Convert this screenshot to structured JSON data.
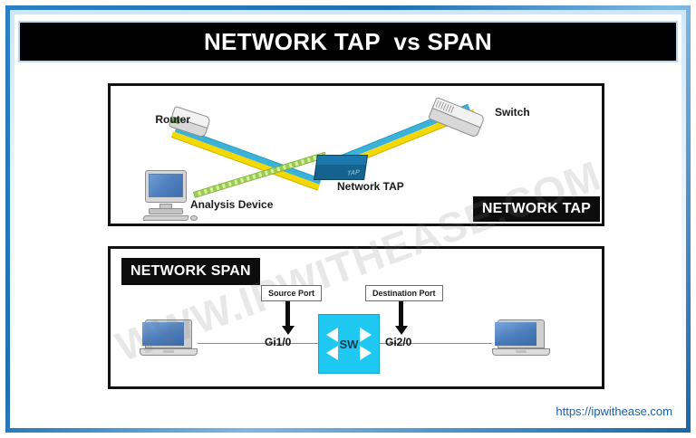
{
  "title": "NETWORK TAP  vs SPAN",
  "footer": {
    "url": "https://ipwithease.com"
  },
  "watermark": {
    "text": "WWW.IPWITHEASE.COM"
  },
  "colors": {
    "frame_blue": "#1f6fb4",
    "title_bg": "#000000",
    "title_text": "#ffffff",
    "cable_cyan": "#3bb3d8",
    "cable_yellow": "#f5d800",
    "cable_green": "#8cc63f",
    "tap_device": "#15628f",
    "switch_cyan": "#1ec8f0",
    "footer_link": "#1f5fa8"
  },
  "tap_panel": {
    "corner_label": "NETWORK TAP",
    "nodes": {
      "router": "Router",
      "switch": "Switch",
      "tap": "Network TAP",
      "analysis": "Analysis Device"
    },
    "tap_body_text": "TAP"
  },
  "span_panel": {
    "corner_label": "NETWORK SPAN",
    "source_port_label": "Source Port",
    "destination_port_label": "Destination Port",
    "source_interface": "Gi1/0",
    "destination_interface": "Gi2/0",
    "switch_label": "SW"
  }
}
